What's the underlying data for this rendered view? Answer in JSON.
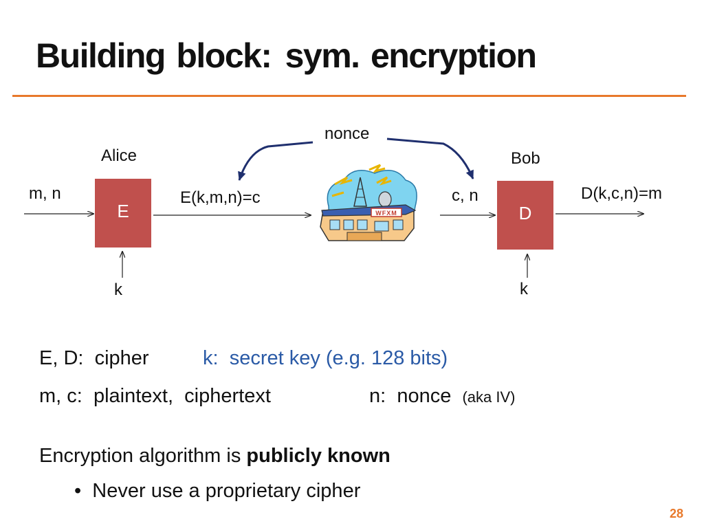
{
  "slide": {
    "title_part1": "Building block:",
    "title_part2": "sym. encryption",
    "page_number": "28"
  },
  "diagram": {
    "nonce_label": "nonce",
    "alice_label": "Alice",
    "bob_label": "Bob",
    "input_label": "m, n",
    "encrypt_box": "E",
    "ciphertext_label": "E(k,m,n)=c",
    "received_label": "c, n",
    "decrypt_box": "D",
    "output_label": "D(k,c,n)=m",
    "key_left": "k",
    "key_right": "k",
    "station_sign": "WFXM"
  },
  "definitions": {
    "ed_label": "E, D:",
    "ed_value": "cipher",
    "k_label": "k:",
    "k_value": "secret key (e.g. 128 bits)",
    "mc_label": "m, c:",
    "mc_value": "plaintext,  ciphertext",
    "n_label": "n:",
    "n_value": "nonce",
    "n_note": "(aka IV)"
  },
  "footer_text": {
    "line1_prefix": "Encryption algorithm is ",
    "line1_bold": "publicly known",
    "bullet": "Never use a proprietary cipher"
  },
  "colors": {
    "accent_orange": "#e8792b",
    "box_red": "#c0504d",
    "arrow_navy": "#1f2f6e",
    "key_blue": "#2a5aa6"
  },
  "icons": {
    "station": "radio-station-building-icon"
  }
}
